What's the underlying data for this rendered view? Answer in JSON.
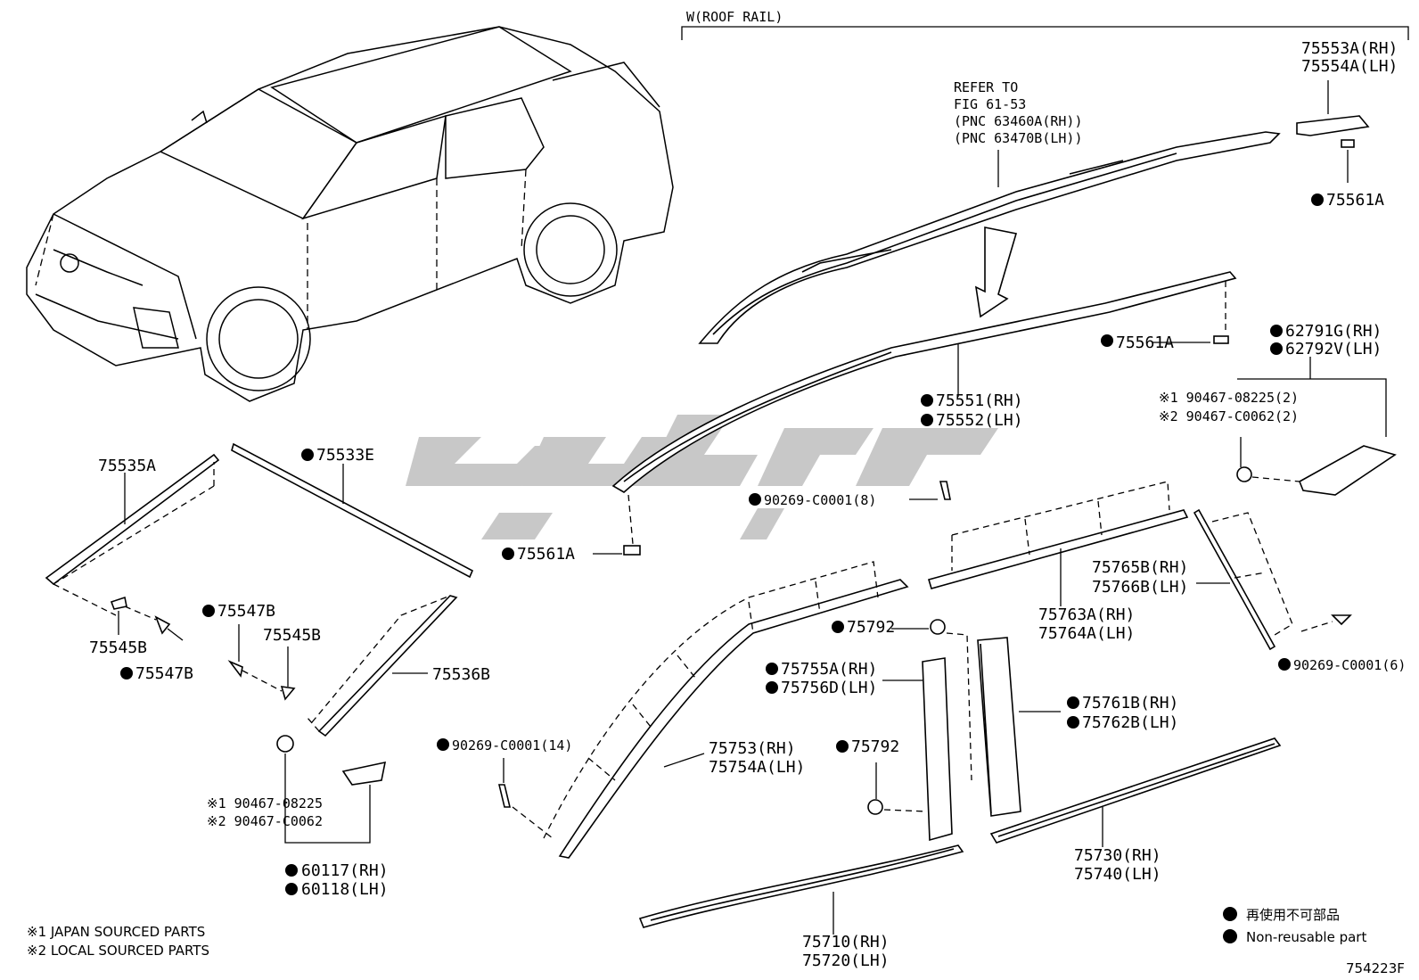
{
  "header": {
    "bracket_label": "W(ROOF RAIL)"
  },
  "refer": {
    "line1": "REFER TO",
    "line2": "FIG 61-53",
    "line3": "(PNC 63460A(RH))",
    "line4": "(PNC 63470B(LH))"
  },
  "labels": {
    "p75553A": "75553A(RH)",
    "p75554A": "75554A(LH)",
    "p75561A_top": "75561A",
    "p75561A_mid": "75561A",
    "p75561A_left": "75561A",
    "p62791G": "62791G(RH)",
    "p62792V": "62792V(LH)",
    "clip1_r": "※1 90467-08225(2)",
    "clip2_r": "※2 90467-C0062(2)",
    "p75551": "75551(RH)",
    "p75552": "75552(LH)",
    "p90269_8": "90269-C0001(8)",
    "p75535A": "75535A",
    "p75533E": "75533E",
    "p75765B": "75765B(RH)",
    "p75766B": "75766B(LH)",
    "p75763A": "75763A(RH)",
    "p75764A": "75764A(LH)",
    "p75547B_a": "75547B",
    "p75545B_a": "75545B",
    "p75545B_b": "75545B",
    "p75547B_b": "75547B",
    "p75536B": "75536B",
    "p75792_a": "75792",
    "p75755A": "75755A(RH)",
    "p75756D": "75756D(LH)",
    "p75761B": "75761B(RH)",
    "p75762B": "75762B(LH)",
    "p90269_6": "90269-C0001(6)",
    "p90269_14": "90269-C0001(14)",
    "p75753": "75753(RH)",
    "p75754A": "75754A(LH)",
    "p75792_b": "75792",
    "clip1_l": "※1 90467-08225",
    "clip2_l": "※2 90467-C0062",
    "p60117": "60117(RH)",
    "p60118": "60118(LH)",
    "p75730": "75730(RH)",
    "p75740": "75740(LH)",
    "p75710": "75710(RH)",
    "p75720": "75720(LH)"
  },
  "legend": {
    "jp_text": "再使用不可部品",
    "en_text": "Non-reusable part"
  },
  "footnotes": {
    "note1": "※1 JAPAN SOURCED PARTS",
    "note2": "※2 LOCAL SOURCED PARTS"
  },
  "figure_number": "754223F",
  "colors": {
    "line": "#000000",
    "watermark": "#c8c8c8",
    "background": "#ffffff"
  }
}
